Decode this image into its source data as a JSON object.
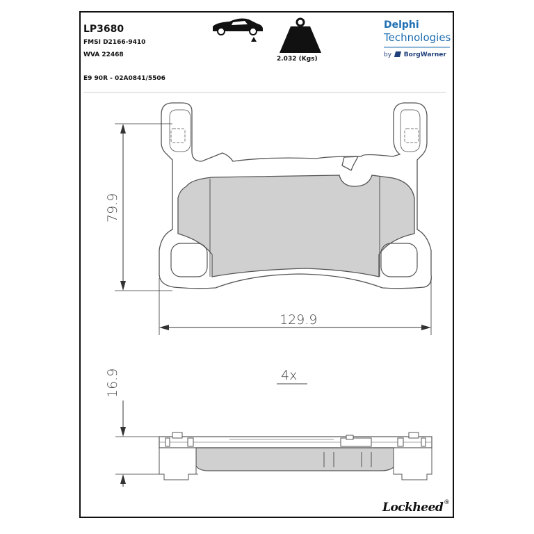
{
  "header": {
    "part_number": "LP3680",
    "fmsi": "FMSI D2166-9410",
    "wva": "WVA 22468",
    "ece": "E9 90R - 02A0841/5506",
    "weight": "2.032 (Kgs)"
  },
  "brand": {
    "line1": "Delphi",
    "line2": "Technologies",
    "by_prefix": "by",
    "by_brand": "BorgWarner",
    "footer_logo": "Lockheed",
    "registered_mark": "®"
  },
  "dimensions": {
    "height": "79.9",
    "width": "129.9",
    "thickness": "16.9",
    "quantity": "4x"
  },
  "icons": [
    "car-rear-axle-icon",
    "weight-icon",
    "borgwarner-icon"
  ],
  "colors": {
    "brand_blue": "#1f6fb2",
    "pad_fill": "#d0d0d0",
    "outline": "#555555"
  }
}
